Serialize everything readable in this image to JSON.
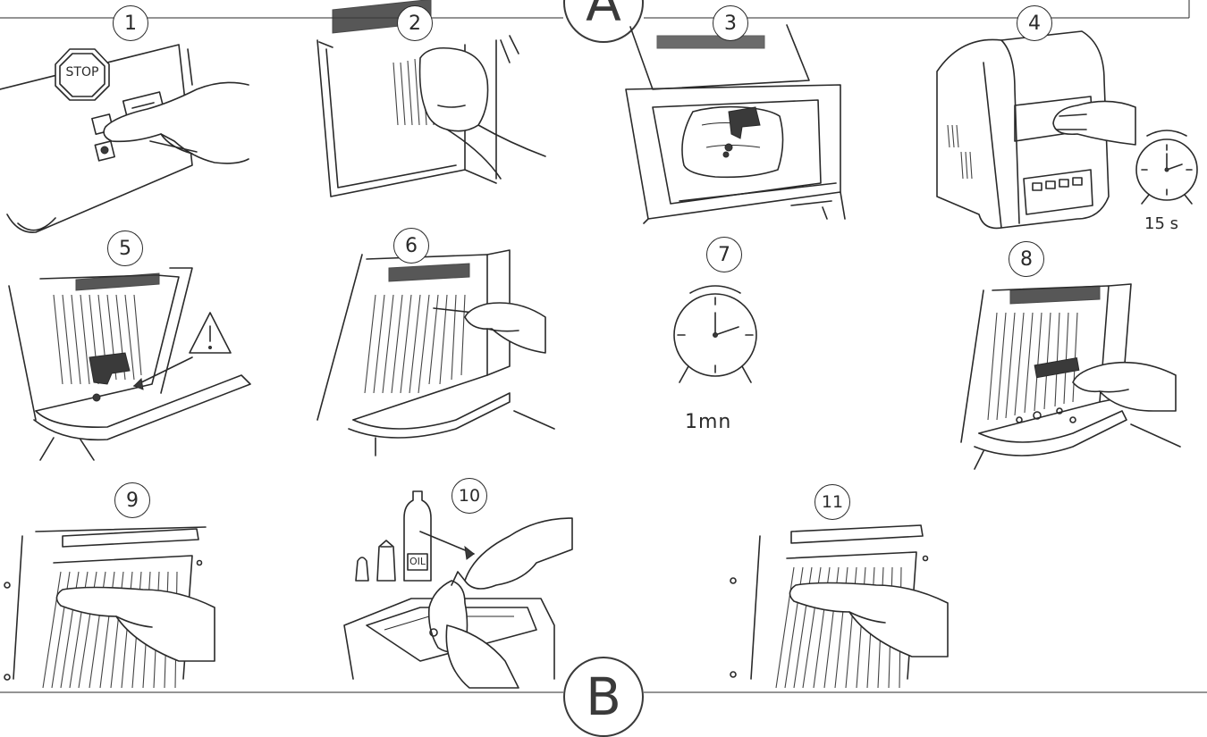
{
  "section_top_label": "A",
  "section_bottom_label": "B",
  "steps": [
    {
      "number": "1"
    },
    {
      "number": "2"
    },
    {
      "number": "3"
    },
    {
      "number": "4"
    },
    {
      "number": "5"
    },
    {
      "number": "6"
    },
    {
      "number": "7"
    },
    {
      "number": "8"
    },
    {
      "number": "9"
    },
    {
      "number": "10"
    },
    {
      "number": "11"
    }
  ],
  "labels": {
    "stop_sign": "STOP",
    "timer_step4": "15 s",
    "timer_step7": "1mn",
    "oil_bottle": "OIL"
  },
  "icons": [
    "stop-sign-icon",
    "alarm-clock-icon",
    "warning-triangle-icon",
    "arrow-icon",
    "oil-bottle-icon",
    "gloved-hand-icon",
    "brush-icon",
    "scraper-icon"
  ]
}
